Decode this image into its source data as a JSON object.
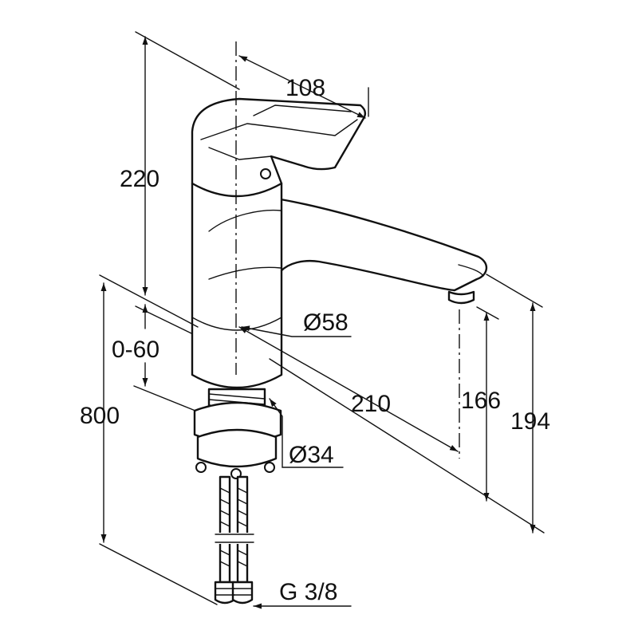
{
  "dimensions": {
    "width_top": "108",
    "height_total": "220",
    "adjust_range": "0-60",
    "max_thickness": "800",
    "body_diameter": "Ø58",
    "spout_reach": "210",
    "spout_clearance": "166",
    "spout_top_height": "194",
    "hole_diameter": "Ø34",
    "connection": "G 3/8"
  },
  "colors": {
    "line": "#111111",
    "background": "#ffffff"
  }
}
